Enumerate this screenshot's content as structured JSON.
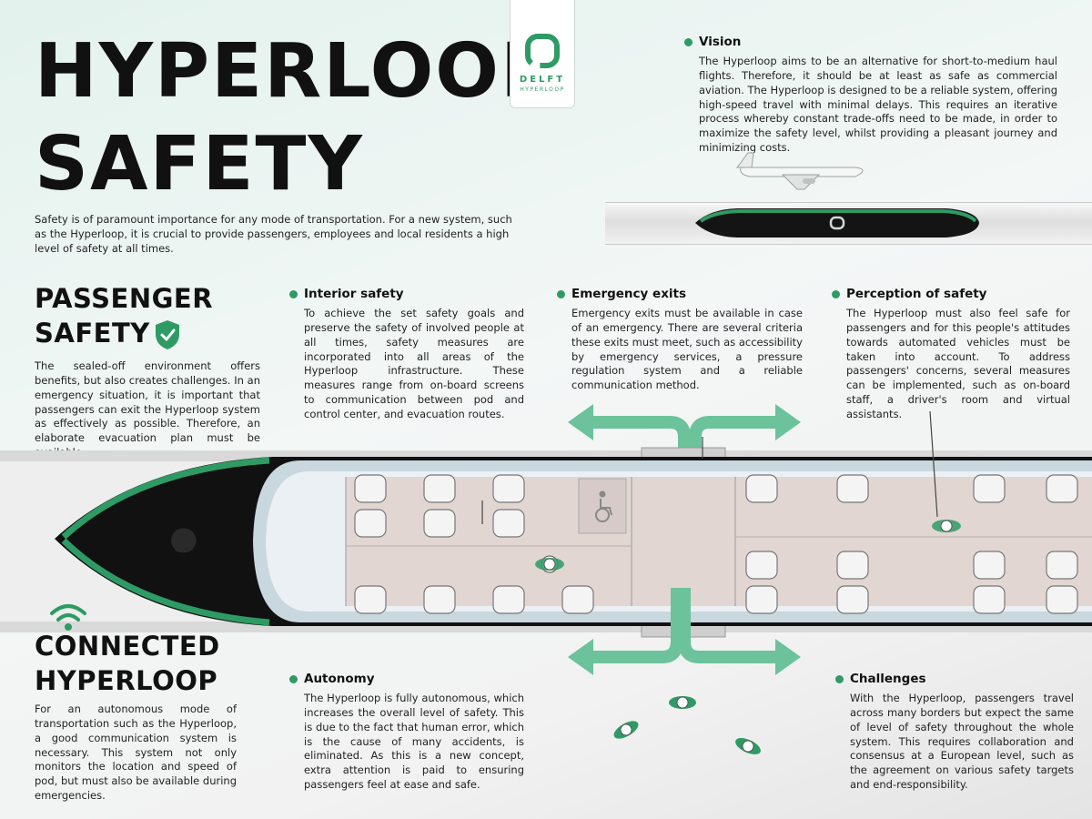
{
  "title_line1": "HYPERLOOP",
  "title_line2": "SAFETY",
  "intro": "Safety is of paramount importance for any mode of transportation. For a new system, such as the Hyperloop, it is crucial to provide passengers, employees and local residents a high level of safety at all times.",
  "logo": {
    "line1": "DELFT",
    "line2": "HYPERLOOP"
  },
  "vision": {
    "heading": "Vision",
    "text": "The Hyperloop aims to be an alternative for short-to-medium haul flights. Therefore, it should be at least as safe as commercial aviation. The Hyperloop is designed to be a reliable system, offering high-speed travel with minimal delays. This requires an iterative process whereby constant trade-offs need to be made, in order to maximize the safety level, whilst providing a pleasant journey and minimizing costs."
  },
  "passenger": {
    "line1": "PASSENGER",
    "line2": "SAFETY",
    "text": "The sealed-off environment offers benefits, but also creates challenges. In an emergency situation, it is important that passengers can exit the Hyperloop system as effectively as possible. Therefore, an elaborate evacuation plan must be available."
  },
  "interior": {
    "heading": "Interior safety",
    "text": "To achieve the set safety goals and preserve the safety of involved people at all times, safety measures are incorporated into all areas of the Hyperloop infrastructure. These measures range from on-board screens to communication between pod and control center, and evacuation routes."
  },
  "emergency": {
    "heading": "Emergency exits",
    "text": "Emergency exits must be available in case of an emergency. There are several criteria these exits must meet, such as accessibility by emergency services, a pressure regulation system and a reliable communication method."
  },
  "perception": {
    "heading": "Perception of safety",
    "text": "The Hyperloop must also feel safe for passengers and for this people's attitudes towards automated vehicles must be taken into account. To address passengers' concerns, several measures can be implemented, such as on-board staff, a driver's room and virtual assistants."
  },
  "connected": {
    "line1": "CONNECTED",
    "line2": "HYPERLOOP",
    "text": "For an autonomous mode of transportation such as the Hyperloop, a good communication system is necessary. This system not only monitors the location and speed of pod, but must also be available during emergencies."
  },
  "autonomy": {
    "heading": "Autonomy",
    "text": "The Hyperloop is fully autonomous, which increases the overall level of safety. This is due to the fact that human error, which is the cause of many accidents, is eliminated. As this is a new concept, extra attention is paid to ensuring passengers feel at ease and safe."
  },
  "challenges": {
    "heading": "Challenges",
    "text": "With the Hyperloop, passengers travel across many borders but expect the same of level of safety throughout the whole system. This requires collaboration and consensus at a European level, such as the agreement on various safety targets and end-responsibility."
  },
  "colors": {
    "accent": "#2e9b64",
    "arrow": "#6cc29a",
    "floor": "#e2d6d3",
    "pod_dark": "#141414"
  },
  "icons": [
    "shield-check-icon",
    "wifi-icon",
    "wheelchair-icon",
    "airplane-icon",
    "hyperloop-pod-icon",
    "exit-arrow-icon",
    "passenger-icon",
    "seat-icon"
  ]
}
